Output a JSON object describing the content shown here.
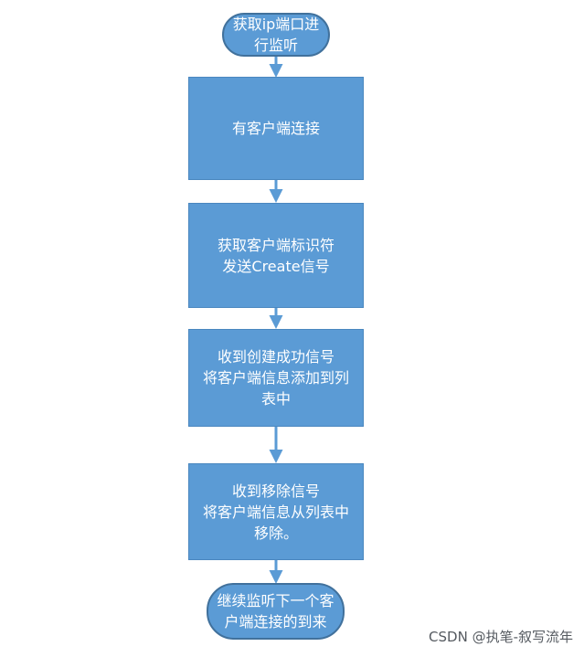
{
  "flowchart": {
    "nodes": [
      {
        "id": "start",
        "shape": "terminator",
        "text": "获取ip端口进行监听"
      },
      {
        "id": "step1",
        "shape": "process",
        "text": "有客户端连接"
      },
      {
        "id": "step2",
        "shape": "process",
        "text": "获取客户端标识符\n发送Create信号"
      },
      {
        "id": "step3",
        "shape": "process",
        "text": "收到创建成功信号\n将客户端信息添加到列表中"
      },
      {
        "id": "step4",
        "shape": "process",
        "text": "收到移除信号\n将客户端信息从列表中移除。"
      },
      {
        "id": "end",
        "shape": "terminator",
        "text": "继续监听下一个客户端连接的到来"
      }
    ],
    "edges": [
      {
        "from": "start",
        "to": "step1"
      },
      {
        "from": "step1",
        "to": "step2"
      },
      {
        "from": "step2",
        "to": "step3"
      },
      {
        "from": "step3",
        "to": "step4"
      },
      {
        "from": "step4",
        "to": "end"
      }
    ],
    "colors": {
      "fill": "#5b9bd5",
      "border": "#41719c",
      "arrow": "#5b9bd5",
      "text": "#ffffff"
    }
  },
  "watermark": {
    "text": "CSDN @执笔-叙写流年"
  }
}
